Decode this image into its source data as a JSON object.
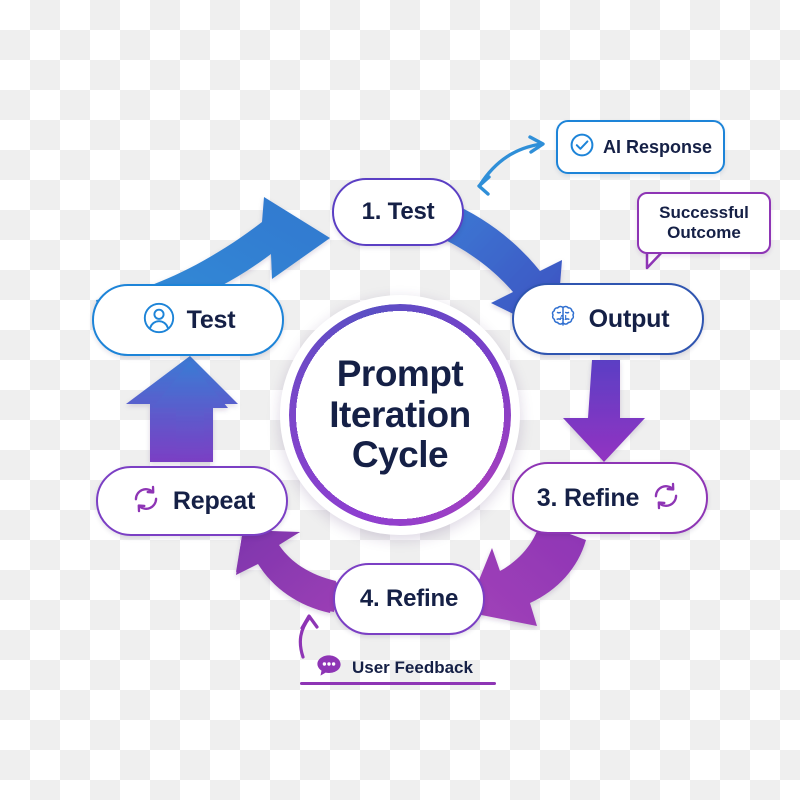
{
  "diagram": {
    "title_lines": [
      "Prompt",
      "Iteration",
      "Cycle"
    ],
    "center_label": "Prompt Iteration Cycle",
    "background": "transparency-checkerboard"
  },
  "nodes": [
    {
      "id": "test1",
      "label": "1. Test",
      "icon": "",
      "icon_position": "none",
      "border_color": "#5b3fc4"
    },
    {
      "id": "output",
      "label": "Output",
      "icon": "ai-brain-icon",
      "icon_position": "left",
      "border_color": "#2f55b0"
    },
    {
      "id": "refine3",
      "label": "3. Refine",
      "icon": "refresh-icon",
      "icon_position": "right",
      "border_color": "#8e35b5"
    },
    {
      "id": "refine4",
      "label": "4. Refine",
      "icon": "",
      "icon_position": "none",
      "border_color": "#7b3fc4"
    },
    {
      "id": "repeat",
      "label": "Repeat",
      "icon": "refresh-icon",
      "icon_position": "left",
      "border_color": "#7b3fc4"
    },
    {
      "id": "test2",
      "label": "Test",
      "icon": "user-icon",
      "icon_position": "left",
      "border_color": "#1d84d8"
    }
  ],
  "callouts": [
    {
      "id": "ai_response",
      "label": "AI Response",
      "icon": "check-circle-icon",
      "accent": "#1d84d8",
      "shape": "rounded-rect"
    },
    {
      "id": "successful_outcome",
      "label": "Successful\nOutcome",
      "line1": "Successful",
      "line2": "Outcome",
      "accent": "#8e35b5",
      "shape": "speech-bubble"
    },
    {
      "id": "user_feedback",
      "label": "User Feedback",
      "icon": "chat-dots-icon",
      "accent": "#8e35b5",
      "shape": "label-with-underline"
    }
  ],
  "arrows": [
    {
      "id": "test-to-test1",
      "from": "test2",
      "to": "test1",
      "style": "thick-curved",
      "color": "#2f8fd8"
    },
    {
      "id": "test1-to-output",
      "from": "test1",
      "to": "output",
      "style": "thick-curved",
      "color": "#3b63c9"
    },
    {
      "id": "output-to-refine3",
      "from": "output",
      "to": "refine3",
      "style": "thick-straight",
      "color": "#8e35b5"
    },
    {
      "id": "refine3-to-refine4",
      "from": "refine3",
      "to": "refine4",
      "style": "thick-curved",
      "color": "#9b3fb5"
    },
    {
      "id": "refine4-to-repeat",
      "from": "refine4",
      "to": "repeat",
      "style": "thick-curved",
      "color": "#8e35b5"
    },
    {
      "id": "repeat-to-test",
      "from": "repeat",
      "to": "test2",
      "style": "thick-straight",
      "color": "#5b4fc4"
    },
    {
      "id": "test1-to-airesponse",
      "from": "test1",
      "to": "ai_response",
      "style": "thin-double-headed",
      "color": "#2f8fd8"
    },
    {
      "id": "feedback-to-refine4",
      "from": "user_feedback",
      "to": "refine4",
      "style": "thin-curved",
      "color": "#8e35b5"
    }
  ],
  "colors": {
    "text_dark": "#152046",
    "blue": "#1d84d8",
    "indigo": "#3b63c9",
    "violet": "#5b3fc4",
    "purple": "#8e35b5",
    "magenta": "#9b3fb5",
    "checker_light": "#ffffff",
    "checker_gray": "#efefef"
  }
}
